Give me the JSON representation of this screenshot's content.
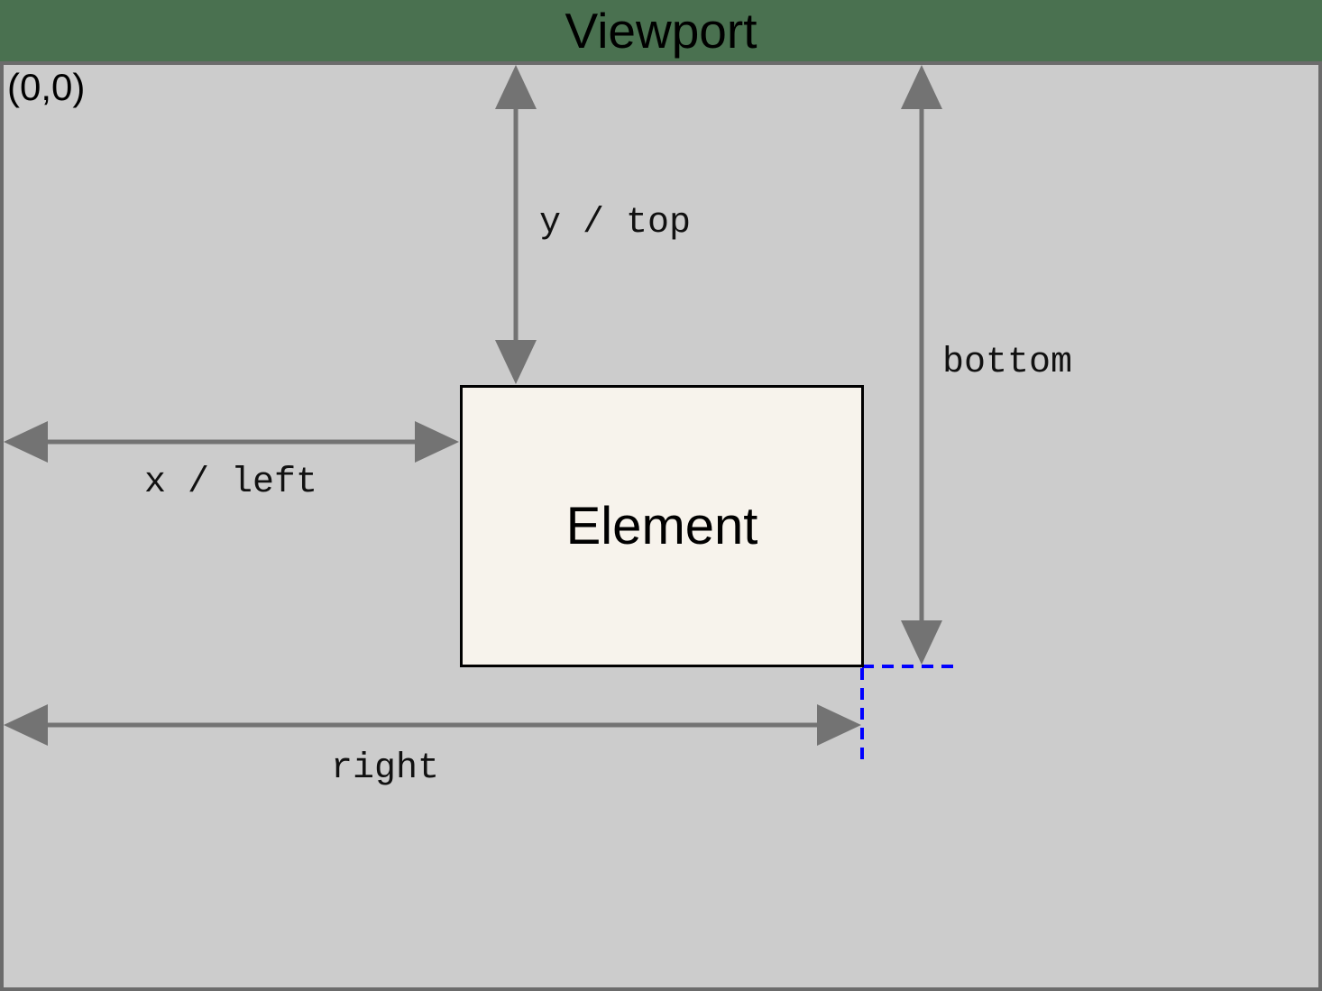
{
  "title": "Viewport",
  "origin_label": "(0,0)",
  "element": {
    "label": "Element"
  },
  "measurements": {
    "top": "y / top",
    "left": "x / left",
    "bottom": "bottom",
    "right": "right"
  },
  "icons": {
    "top_arrow": "double-headed-vertical-arrow",
    "left_arrow": "double-headed-horizontal-arrow",
    "bottom_arrow": "double-headed-vertical-arrow",
    "right_arrow": "double-headed-horizontal-arrow",
    "corner_guides": "blue-dashed-guide-lines"
  },
  "colors": {
    "background_green": "#4a7150",
    "viewport_fill": "#cccccc",
    "viewport_border": "#6b6b6b",
    "arrow_gray": "#737373",
    "element_fill": "#f7f3ec",
    "element_border": "#000000",
    "guide_blue": "#0000ff",
    "text_black": "#000000"
  }
}
